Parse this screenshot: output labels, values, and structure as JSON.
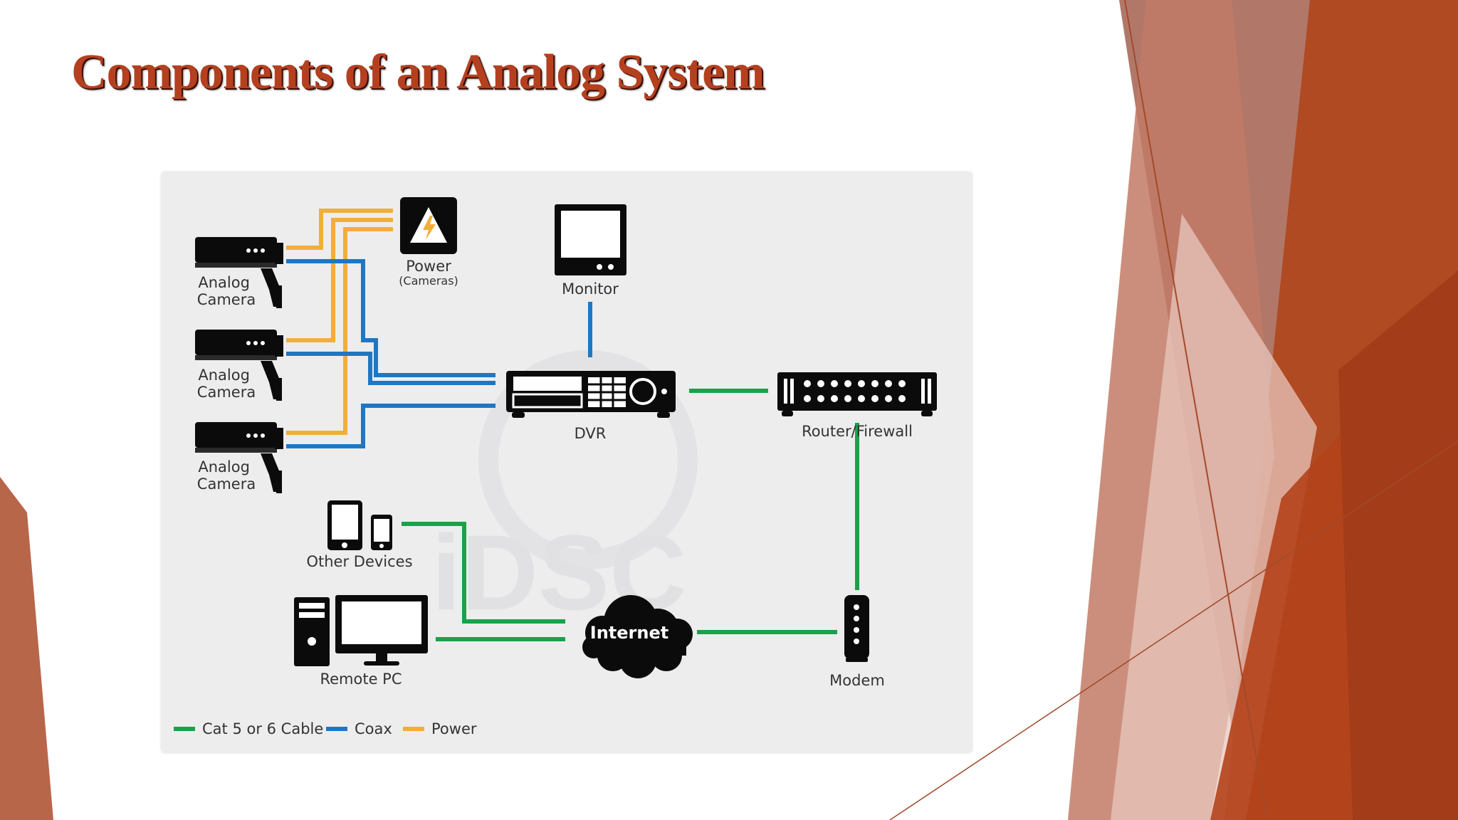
{
  "slide": {
    "title": "Components of an Analog System",
    "accent_color": "#b5401f"
  },
  "diagram": {
    "watermark": "iDSC",
    "nodes": {
      "camera_1": "Analog Camera",
      "camera_2": "Analog Camera",
      "camera_3": "Analog Camera",
      "power": "Power",
      "power_sub": "(Cameras)",
      "monitor": "Monitor",
      "dvr": "DVR",
      "router": "Router/Firewall",
      "other_devices": "Other Devices",
      "internet": "Internet",
      "remote_pc": "Remote PC",
      "modem": "Modem"
    },
    "legend": [
      {
        "label": "Cat 5 or 6 Cable",
        "color": "#1aa14a"
      },
      {
        "label": "Coax",
        "color": "#1f77c4"
      },
      {
        "label": "Power",
        "color": "#f3ae3a"
      }
    ],
    "colors": {
      "cat5": "#1aa14a",
      "coax": "#1f77c4",
      "power": "#f3ae3a",
      "device": "#0b0b0b",
      "panel_bg": "#ededee"
    }
  }
}
